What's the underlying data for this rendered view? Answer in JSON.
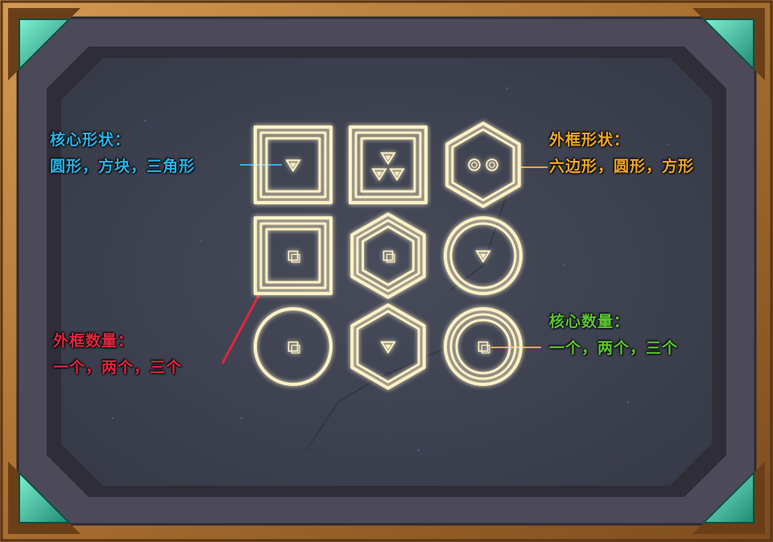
{
  "colors": {
    "frame_gold": "#b07a3a",
    "frame_dark": "#5a3516",
    "stone": "#4c4a59",
    "inner_panel": "#3e4150",
    "corner_gem": "#3fbf9e",
    "glow": "#fff2c6",
    "core_label": "#29b4e8",
    "outer_shape_label": "#f3a824",
    "outer_count_label": "#e0263e",
    "core_count_label": "#5cc632"
  },
  "labels": {
    "core_shape": {
      "title": "核心形状：",
      "values": "圆形，方块，三角形"
    },
    "outer_shape": {
      "title": "外框形状：",
      "values": "六边形，圆形，方形"
    },
    "outer_count": {
      "title": "外框数量：",
      "values": "一个，两个，三个"
    },
    "core_count": {
      "title": "核心数量：",
      "values": "一个，两个，三个"
    }
  },
  "grid": [
    [
      {
        "frame": "square",
        "frame_count": 3,
        "core": "triangle",
        "core_count": 1
      },
      {
        "frame": "square",
        "frame_count": 3,
        "core": "triangle",
        "core_count": 3
      },
      {
        "frame": "hexagon",
        "frame_count": 2,
        "core": "circle",
        "core_count": 2
      }
    ],
    [
      {
        "frame": "square",
        "frame_count": 3,
        "core": "square",
        "core_count": 1
      },
      {
        "frame": "hexagon",
        "frame_count": 3,
        "core": "square",
        "core_count": 1
      },
      {
        "frame": "circle",
        "frame_count": 2,
        "core": "triangle",
        "core_count": 1
      }
    ],
    [
      {
        "frame": "circle",
        "frame_count": 1,
        "core": "square",
        "core_count": 1
      },
      {
        "frame": "hexagon",
        "frame_count": 2,
        "core": "triangle",
        "core_count": 1
      },
      {
        "frame": "circle",
        "frame_count": 3,
        "core": "square",
        "core_count": 1
      }
    ]
  ]
}
